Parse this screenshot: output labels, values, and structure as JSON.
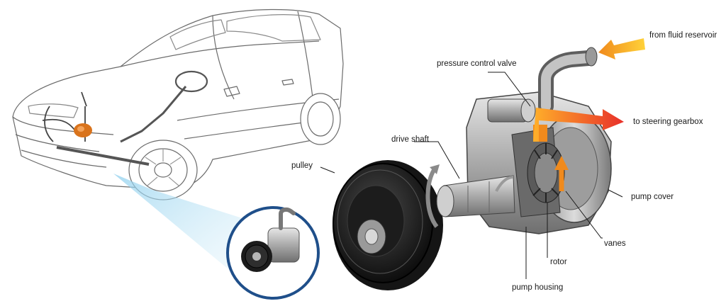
{
  "labels": {
    "from_fluid_reservoir": "from fluid reservoir",
    "pressure_control_valve": "pressure control valve",
    "to_steering_gearbox": "to steering gearbox",
    "drive_shaft": "drive shaft",
    "pulley": "pulley",
    "pump_cover": "pump cover",
    "vanes": "vanes",
    "rotor": "rotor",
    "pump_housing": "pump housing"
  },
  "colors": {
    "fluid_arrow": "#f5871f",
    "fluid_arrow_end": "#e8302a",
    "pump_highlight": "#d9731c",
    "beam": "#bfe3f5",
    "inset_ring": "#1f4f8a"
  }
}
